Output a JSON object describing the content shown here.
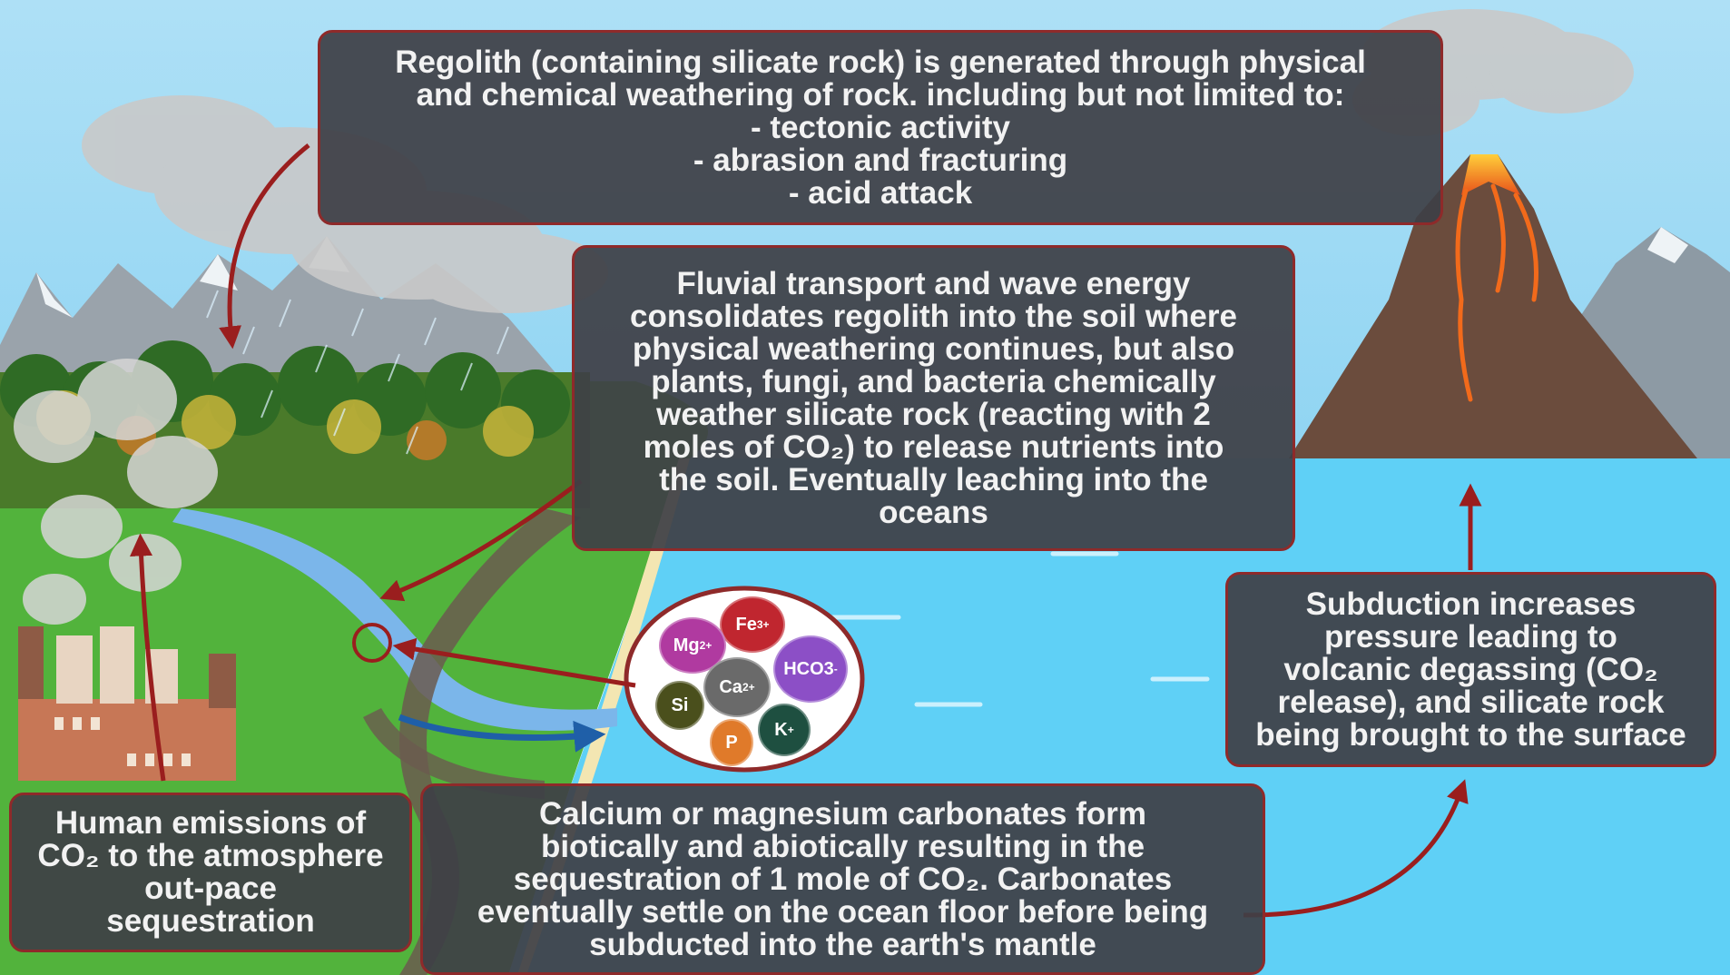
{
  "boxes": {
    "regolith": "Regolith (containing silicate rock) is generated through physical\nand chemical weathering of rock. including but not limited to:\n- tectonic activity\n- abrasion and fracturing\n- acid attack",
    "fluvial": "Fluvial transport and wave energy\nconsolidates regolith into the soil where\nphysical weathering continues, but also\nplants, fungi, and bacteria chemically\nweather silicate rock (reacting with 2\nmoles of CO₂) to release nutrients into\nthe soil. Eventually leaching into the\noceans",
    "subduction": "Subduction increases\npressure leading to\nvolcanic degassing (CO₂\nrelease), and silicate rock\nbeing brought to the surface",
    "carbonate": "Calcium or magnesium carbonates form\nbiotically and abiotically resulting in the\nsequestration of 1 mole of CO₂. Carbonates\neventually settle on the ocean floor before being\nsubducted into the earth's mantle",
    "human": "Human emissions of\nCO₂ to the atmosphere\nout-pace\nsequestration"
  },
  "ions": {
    "fe": {
      "base": "Fe",
      "charge": "3+",
      "color": "#c0262f"
    },
    "mg": {
      "base": "Mg",
      "charge": "2+",
      "color": "#b03aa0"
    },
    "hco3": {
      "base": "HCO3",
      "charge": "-",
      "color": "#8c4fc6"
    },
    "ca": {
      "base": "Ca",
      "charge": "2+",
      "color": "#6a6a6a"
    },
    "si": {
      "base": "Si",
      "charge": "",
      "color": "#4a4f1c"
    },
    "k": {
      "base": "K",
      "charge": "+",
      "color": "#1e4f40"
    },
    "p": {
      "base": "P",
      "charge": "",
      "color": "#e07a2a"
    }
  },
  "colors": {
    "sky": "#6ec6ee",
    "ocean": "#5fd0f6",
    "grass": "#52b33c",
    "river": "#7bb6ea",
    "arrow": "#9a1e1e",
    "box_fill": "#3e4046",
    "box_border": "#8e2a2a",
    "text": "#f2f2f2"
  }
}
